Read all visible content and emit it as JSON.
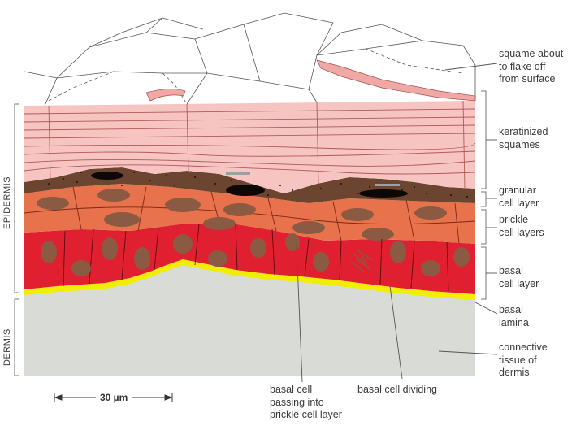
{
  "diagram": {
    "regions": [
      {
        "label": "EPIDERMIS"
      },
      {
        "label": "DERMIS"
      }
    ],
    "labels": {
      "squame": [
        "squame about",
        "to flake off",
        "from surface"
      ],
      "keratinized": [
        "keratinized",
        "squames"
      ],
      "granular": [
        "granular",
        "cell layer"
      ],
      "prickle": [
        "prickle",
        "cell layers"
      ],
      "basal": [
        "basal",
        "cell layer"
      ],
      "lamina": [
        "basal",
        "lamina"
      ],
      "connective": [
        "connective",
        "tissue of",
        "dermis"
      ],
      "passing": [
        "basal cell",
        "passing into",
        "prickle cell layer"
      ],
      "dividing": [
        "basal cell dividing"
      ]
    },
    "scale_bar": "30 µm",
    "colors": {
      "keratin": "#f6c4c1",
      "granular": "#6b4530",
      "prickle": "#e8724c",
      "basal": "#e02030",
      "nucleus": "#8a5a42",
      "lamina": "#f2ee00",
      "dermis": "#d9dbd7"
    }
  }
}
